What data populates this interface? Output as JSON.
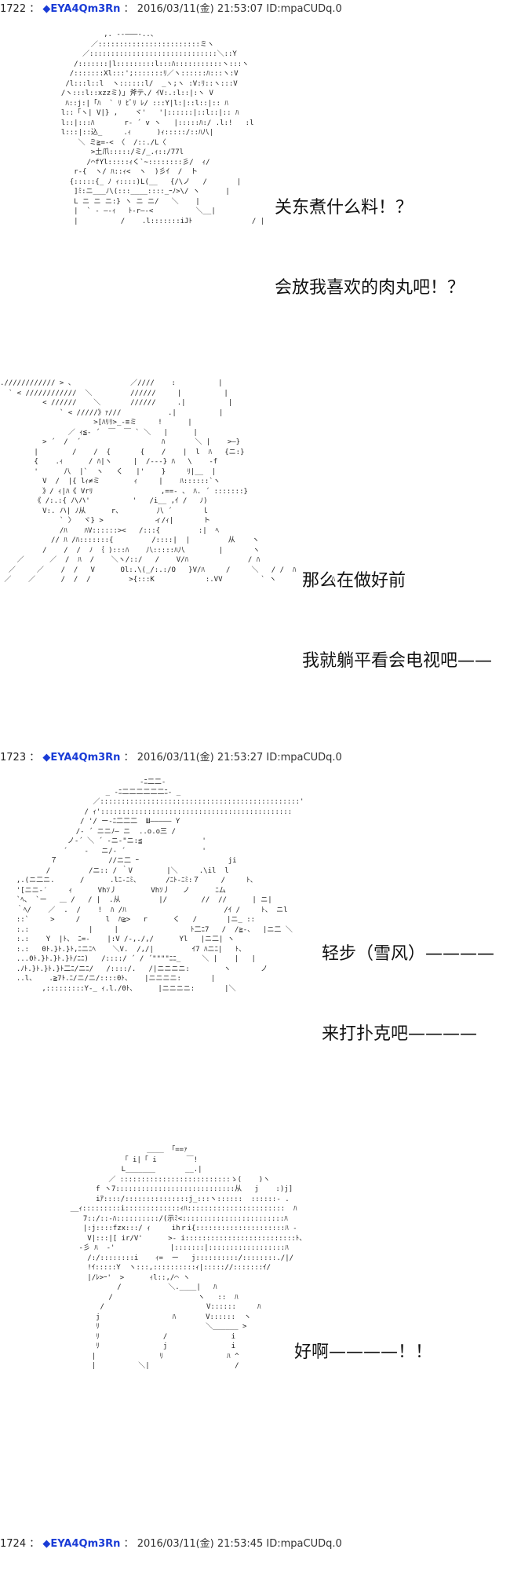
{
  "posts": [
    {
      "number": "1722",
      "trip_name": "◆EYA4Qm3Rn",
      "datetime": "2016/03/11(金) 21:53:07",
      "id": "ID:mpaCUDq.0"
    },
    {
      "number": "1723",
      "trip_name": "◆EYA4Qm3Rn",
      "datetime": "2016/03/11(金) 21:53:27",
      "id": "ID:mpaCUDq.0"
    },
    {
      "number": "1724",
      "trip_name": "◆EYA4Qm3Rn",
      "datetime": "2016/03/11(金) 21:53:45",
      "id": "ID:mpaCUDq.0"
    }
  ],
  "panels": [
    {
      "lines": [
        "关东煮什么料！？",
        "会放我喜欢的肉丸吧！？"
      ]
    },
    {
      "lines": [
        "那么在做好前",
        "我就躺平看会电视吧——"
      ]
    },
    {
      "lines": [
        "轻步（雪风）————",
        "来打扑克吧————"
      ]
    },
    {
      "lines": [
        "好啊————！！"
      ]
    }
  ]
}
